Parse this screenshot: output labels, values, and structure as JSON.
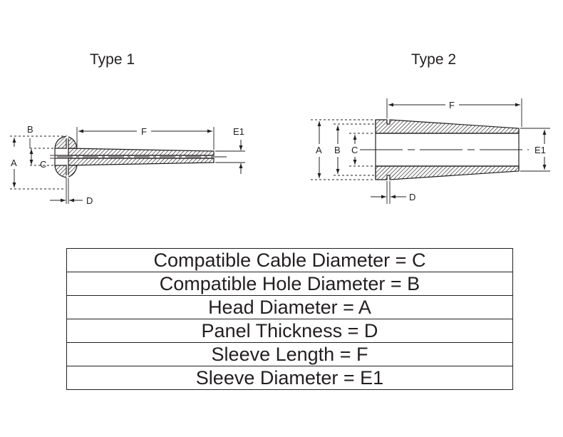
{
  "diagram": {
    "type1": {
      "title": "Type 1",
      "labels": {
        "a": "A",
        "b": "B",
        "c": "C",
        "d": "D",
        "e1": "E1",
        "f": "F"
      }
    },
    "type2": {
      "title": "Type 2",
      "labels": {
        "a": "A",
        "b": "B",
        "c": "C",
        "d": "D",
        "e1": "E1",
        "f": "F"
      }
    }
  },
  "legend": {
    "rows": [
      "Compatible Cable Diameter = C",
      "Compatible Hole Diameter = B",
      "Head Diameter = A",
      "Panel Thickness = D",
      "Sleeve Length = F",
      "Sleeve Diameter = E1"
    ]
  },
  "colors": {
    "ink": "#231f20",
    "background": "#ffffff"
  }
}
